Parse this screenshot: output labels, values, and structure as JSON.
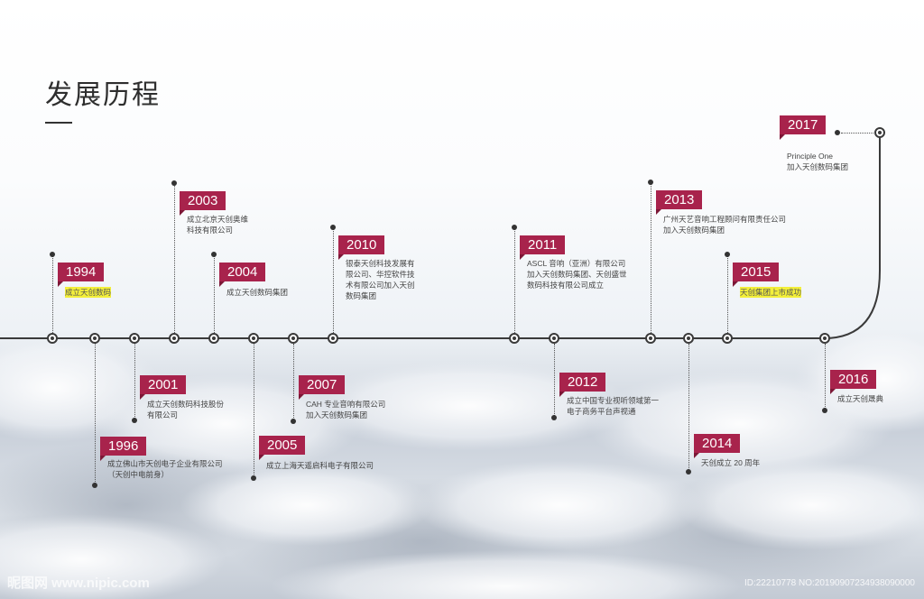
{
  "title": "发展历程",
  "colors": {
    "badge": "#a8234c",
    "line": "#3a3a3a",
    "highlight": "#f3ef3a"
  },
  "events": [
    {
      "year": "1994",
      "text": "成立天创数码",
      "highlight": true
    },
    {
      "year": "1996",
      "text": "成立佛山市天创电子企业有限公司\n（天创中电前身）"
    },
    {
      "year": "2001",
      "text": "成立天创数码科技股份\n有限公司"
    },
    {
      "year": "2003",
      "text": "成立北京天创奥维\n科技有限公司"
    },
    {
      "year": "2004",
      "text": "成立天创数码集团"
    },
    {
      "year": "2005",
      "text": "成立上海天遥启科电子有限公司"
    },
    {
      "year": "2007",
      "text": "CAH 专业音响有限公司\n加入天创数码集团"
    },
    {
      "year": "2010",
      "text": "银泰天创科技发展有\n限公司、华控软件技\n术有限公司加入天创\n数码集团"
    },
    {
      "year": "2011",
      "text": "ASCL 音响（亚洲）有限公司\n加入天创数码集团、天创盛世\n数码科技有限公司成立"
    },
    {
      "year": "2012",
      "text": "成立中国专业视听领域第一\n电子商务平台声视通"
    },
    {
      "year": "2013",
      "text": "广州天艺音响工程顾问有限责任公司\n加入天创数码集团"
    },
    {
      "year": "2014",
      "text": "天创成立 20 周年"
    },
    {
      "year": "2015",
      "text": "天创集团上市成功",
      "highlight": true
    },
    {
      "year": "2016",
      "text": "成立天创晟典"
    },
    {
      "year": "2017",
      "text": "Principle One\n加入天创数码集团"
    }
  ],
  "watermark": "昵图网 www.nipic.com",
  "image_id": "ID:22210778 NO:20190907234938090000"
}
